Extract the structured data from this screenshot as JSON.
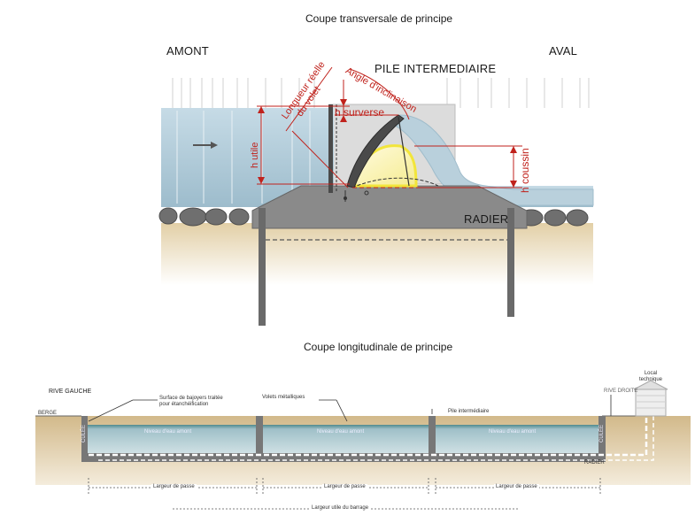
{
  "section1": {
    "title": "Coupe transversale de principe",
    "amont": "AMONT",
    "aval": "AVAL",
    "pile": "PILE INTERMEDIAIRE",
    "radier": "RADIER",
    "h_utile": "h utile",
    "h_surverse": "h surverse",
    "h_coussin": "h coussin",
    "longueur_line1": "Longueur réelle",
    "longueur_line2": "du volet",
    "angle": "Angle d'inclinaison"
  },
  "section2": {
    "title": "Coupe longitudinale de principe",
    "rive_gauche": "RIVE GAUCHE",
    "berge": "BERGE",
    "surface_line1": "Surface de bajoyers traitée",
    "surface_line2": "pour étanchéification",
    "volets": "Volets métalliques",
    "pile": "Pile intermédiaire",
    "local_line1": "Local",
    "local_line2": "technique",
    "rive_droite": "RIVE DROITE",
    "culee": "CULÉE",
    "niveau": "Niveau d'eau amont",
    "radier": "RADIER",
    "largeur_passe": "Largeur de passe",
    "largeur_utile": "Largeur utile du barrage"
  },
  "colors": {
    "water": "#aac6d6",
    "red": "#c0221c",
    "yellow": "#f2e53a",
    "soil": "#d6bc8c",
    "concrete": "#7d7d7d"
  }
}
